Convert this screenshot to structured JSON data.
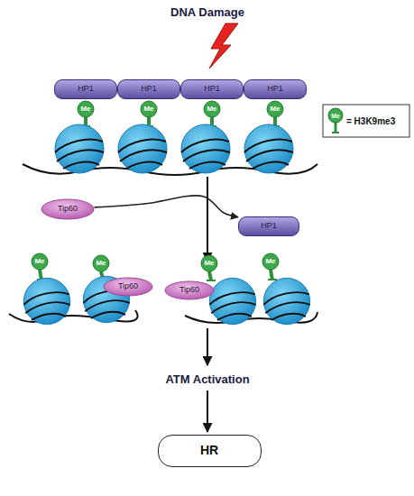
{
  "diagram": {
    "title": "DNA Damage",
    "nodes": [
      {
        "text": [
          "HP1"
        ]
      },
      {
        "text": [
          "HP1"
        ]
      },
      {
        "text": [
          "HP1"
        ]
      },
      {
        "text": [
          "HP1"
        ]
      },
      {
        "text": [
          "Me"
        ]
      },
      {
        "text": [
          "Me"
        ]
      },
      {
        "text": [
          "Me"
        ]
      },
      {
        "text": [
          "Me"
        ]
      },
      {
        "text": [
          "Tip60"
        ]
      },
      {
        "text": [
          "HP1"
        ]
      },
      {
        "text": [
          "Me"
        ]
      },
      {
        "text": [
          "Me"
        ]
      },
      {
        "text": [
          "Tip60"
        ]
      },
      {
        "text": [
          "Tip60"
        ]
      },
      {
        "text": [
          "Me"
        ]
      },
      {
        "text": [
          "Me"
        ]
      },
      {
        "text": [
          "HR"
        ]
      }
    ],
    "edges": [
      {
        "from": 8,
        "to": 9,
        "arrow": "to"
      }
    ],
    "labels": [
      "ATM Activation",
      "Me"
    ],
    "legend": [
      {
        "text": "= H3K9me3"
      }
    ]
  }
}
